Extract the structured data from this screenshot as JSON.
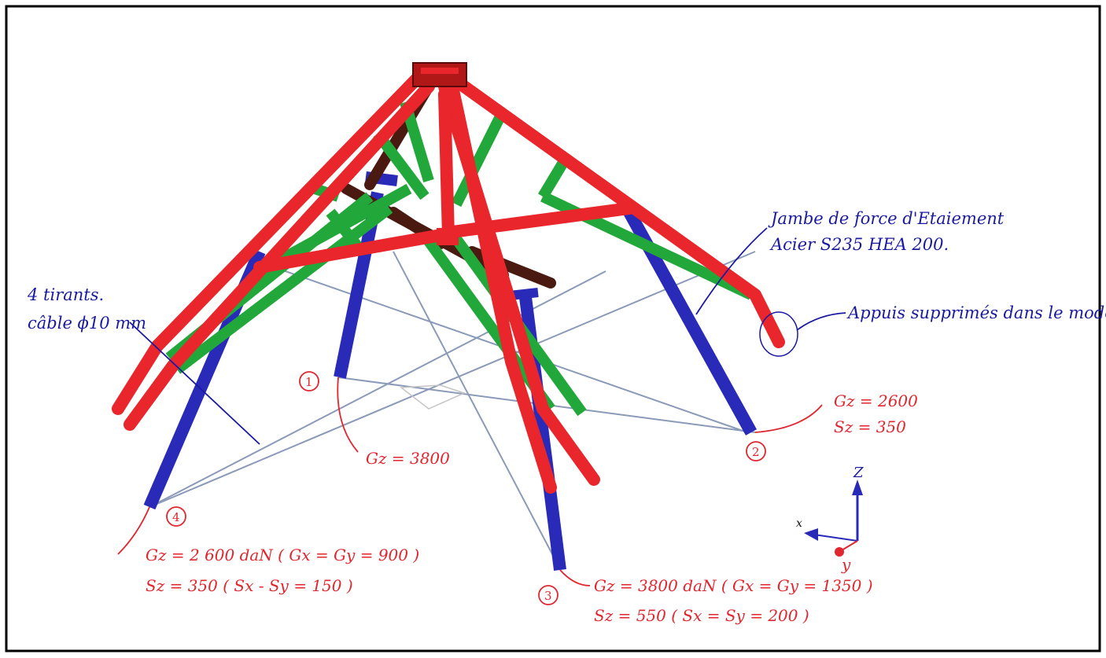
{
  "colors": {
    "rafter": "#e8262b",
    "rafter_shade": "#a01010",
    "dark_member": "#4a1a10",
    "brace": "#22a83a",
    "column": "#2a2ab8",
    "cable": "#8a9ab8",
    "ink_blue": "#1a1aa0",
    "ink_red": "#e0262e"
  },
  "annotations": {
    "brace_label_1": "Jambe de force d'Etaiement",
    "brace_label_2": "Acier S235   HEA 200.",
    "support_note": "Appuis supprimés dans le modèle.",
    "ties_line_1": "4 tirants.",
    "ties_line_2": "câble ϕ10 mm"
  },
  "supports": [
    {
      "number": "1",
      "lines": [
        "Gz = 3800"
      ]
    },
    {
      "number": "2",
      "lines": [
        "Gz = 2600",
        "Sz =   350"
      ]
    },
    {
      "number": "3",
      "lines": [
        "Gz = 3800 daN  ( Gx = Gy = 1350 )",
        "Sz =  550      ( Sx = Sy = 200 )"
      ]
    },
    {
      "number": "4",
      "lines": [
        "Gz =  2 600 daN ( Gx = Gy = 900 )",
        "Sz =   350      ( Sx - Sy = 150 )"
      ]
    }
  ],
  "axes": {
    "z": "Z",
    "x": "x",
    "y": "y"
  }
}
